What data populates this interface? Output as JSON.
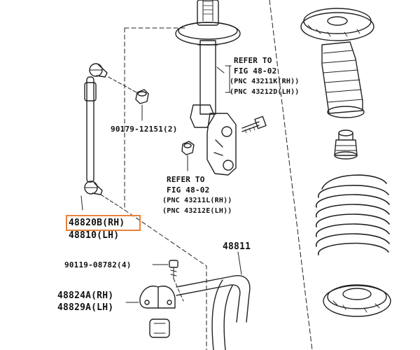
{
  "labels": {
    "refer_top_1": "REFER TO",
    "refer_top_2": "FIG 48-02",
    "refer_top_3": "(PNC 43211K(RH))",
    "refer_top_4": "(PNC 43212D(LH))",
    "part_90179": "90179-12151(2)",
    "refer_mid_1": "REFER TO",
    "refer_mid_2": "FIG 48-02",
    "refer_mid_3": "(PNC 43211L(RH))",
    "refer_mid_4": "(PNC 43212E(LH))",
    "part_48820b": "48820B(RH)",
    "part_48810": "48810(LH)",
    "part_48811": "48811",
    "part_90119": "90119-08782(4)",
    "part_48824a": "48824A(RH)",
    "part_48829a": "48829A(LH)"
  },
  "colors": {
    "highlight": "#e8823a",
    "line": "#222222"
  }
}
